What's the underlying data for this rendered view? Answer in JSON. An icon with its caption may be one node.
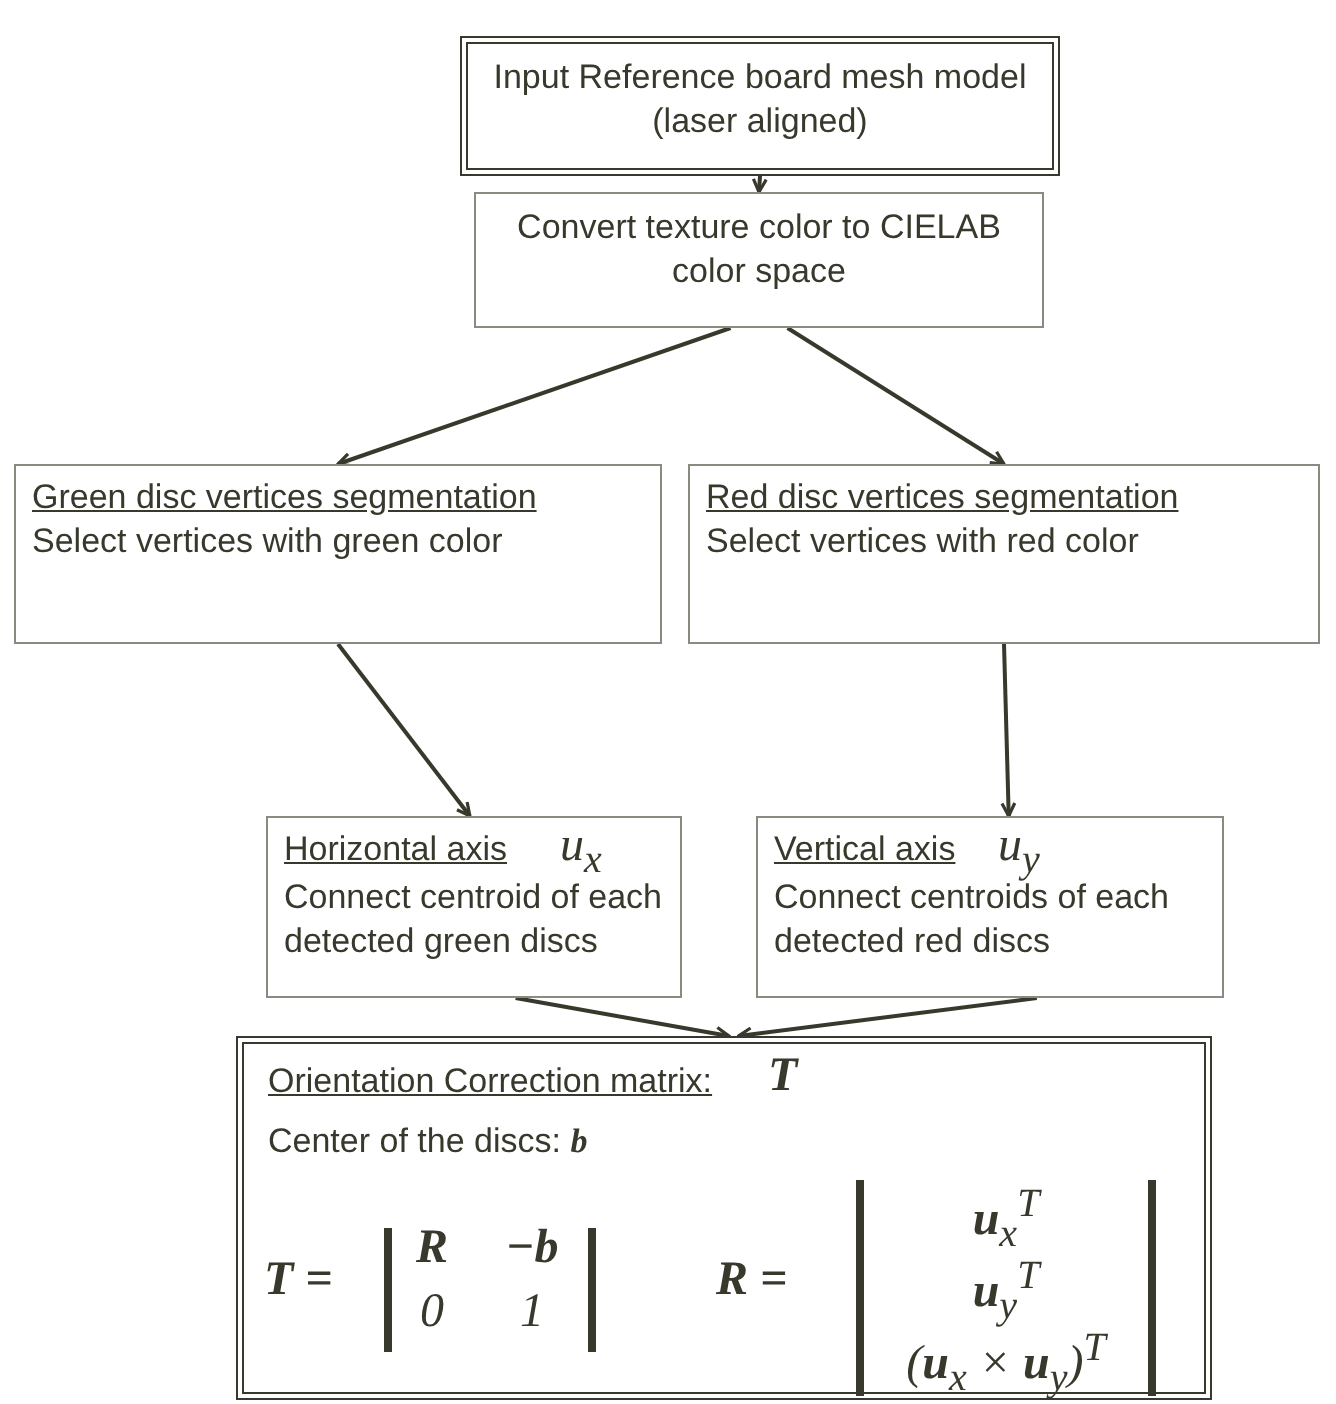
{
  "diagram": {
    "nodes": [
      {
        "text": [
          "Input Reference board mesh model (laser aligned)"
        ]
      },
      {
        "text": [
          "Convert texture color to CIELAB color space"
        ]
      },
      {
        "text": [
          "Green disc vertices segmentation",
          "Select vertices with green color"
        ]
      },
      {
        "text": [
          "Red disc vertices segmentation",
          "Select vertices with red color"
        ]
      },
      {
        "text": [
          "Horizontal axis",
          "u$_{x}$",
          "Connect centroid of each detected green discs"
        ]
      },
      {
        "text": [
          "Vertical axis",
          "u$_{y}$",
          "Connect centroids of each detected red discs"
        ]
      },
      {
        "text": [
          "Orientation Correction matrix:",
          "T",
          "Center of the discs: **b**",
          "T =",
          "R",
          "−b",
          "0",
          "1",
          "R =",
          "**u**$_{x}$$^{T}$",
          "**u**$_{y}$$^{T}$",
          "(**u**$_{x}$ × **u**$_{y}$)$^{T}$"
        ]
      }
    ],
    "edges": [
      {
        "from": 0,
        "to": 1,
        "arrow": "to"
      },
      {
        "from": 1,
        "to": 2,
        "arrow": "to"
      },
      {
        "from": 1,
        "to": 3,
        "arrow": "to"
      },
      {
        "from": 2,
        "to": 4,
        "arrow": "to"
      },
      {
        "from": 3,
        "to": 5,
        "arrow": "to"
      },
      {
        "from": 4,
        "to": 6,
        "arrow": "to"
      },
      {
        "from": 5,
        "to": 6,
        "arrow": "to"
      }
    ]
  }
}
